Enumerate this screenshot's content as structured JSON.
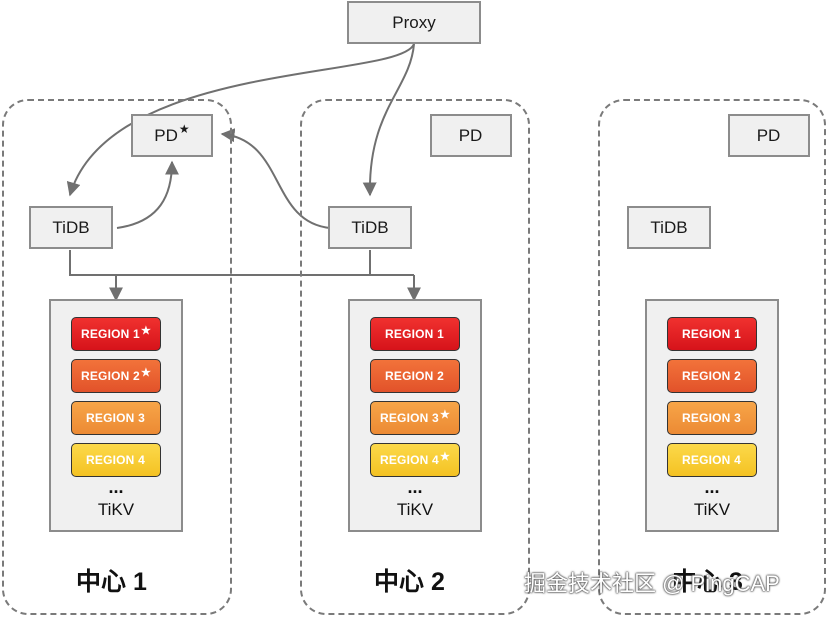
{
  "proxy": {
    "label": "Proxy"
  },
  "centers": [
    {
      "label": "中心 1",
      "pd": {
        "label": "PD",
        "leader_mark": "★"
      },
      "tidb": {
        "label": "TiDB"
      },
      "tikv": {
        "label": "TiKV",
        "ellipsis": "...",
        "regions": [
          {
            "label": "REGION 1",
            "mark": "★"
          },
          {
            "label": "REGION 2",
            "mark": "★"
          },
          {
            "label": "REGION 3",
            "mark": ""
          },
          {
            "label": "REGION 4",
            "mark": ""
          }
        ]
      }
    },
    {
      "label": "中心 2",
      "pd": {
        "label": "PD",
        "leader_mark": ""
      },
      "tidb": {
        "label": "TiDB"
      },
      "tikv": {
        "label": "TiKV",
        "ellipsis": "...",
        "regions": [
          {
            "label": "REGION 1",
            "mark": ""
          },
          {
            "label": "REGION 2",
            "mark": ""
          },
          {
            "label": "REGION 3",
            "mark": "★"
          },
          {
            "label": "REGION 4",
            "mark": "★"
          }
        ]
      }
    },
    {
      "label": "中心 3",
      "pd": {
        "label": "PD",
        "leader_mark": ""
      },
      "tidb": {
        "label": "TiDB"
      },
      "tikv": {
        "label": "TiKV",
        "ellipsis": "...",
        "regions": [
          {
            "label": "REGION 1",
            "mark": ""
          },
          {
            "label": "REGION 2",
            "mark": ""
          },
          {
            "label": "REGION 3",
            "mark": ""
          },
          {
            "label": "REGION 4",
            "mark": ""
          }
        ]
      }
    }
  ],
  "watermark": "掘金技术社区 @ PingCAP",
  "colors": {
    "region_1": "#e01f24",
    "region_2": "#e9622f",
    "region_3": "#f09a3d",
    "region_4": "#f8cc33",
    "box_fill": "#f0f0f0",
    "border": "#8c8c8c",
    "connector": "#707070"
  }
}
